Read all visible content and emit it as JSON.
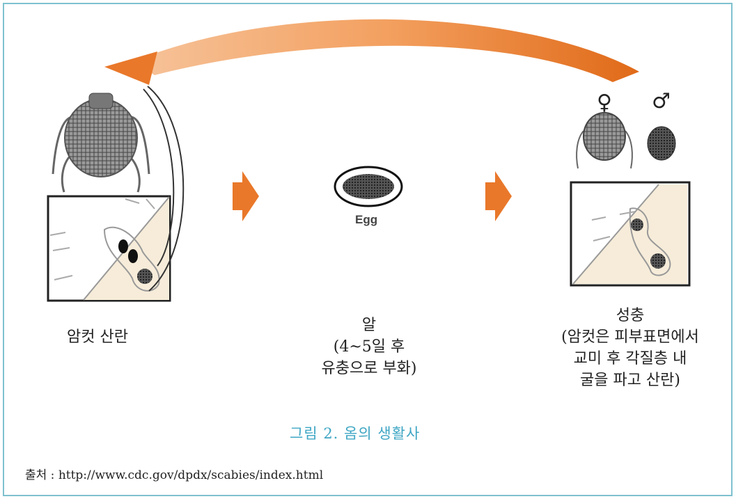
{
  "stages": [
    {
      "lines": [
        "암컷 산란"
      ]
    },
    {
      "lines": [
        "알",
        "(4~5일 후",
        "유충으로 부화)"
      ]
    },
    {
      "lines": [
        "성충",
        "(암컷은 피부표면에서",
        "교미 후 각질층 내",
        "굴을 파고 산란)"
      ]
    }
  ],
  "egg_label": "Egg",
  "female_symbol": "♀",
  "male_symbol": "♂",
  "caption": "그림 2. 옴의 생활사",
  "source": "출처 : http://www.cdc.gov/dpdx/scabies/index.html",
  "colors": {
    "border": "#7fc1cf",
    "arrow": "#e9782a",
    "caption": "#3ea6c4"
  }
}
